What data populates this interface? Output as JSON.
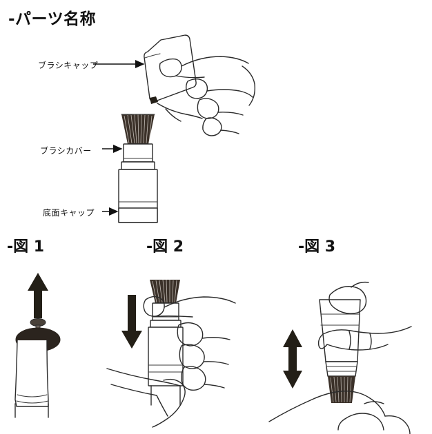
{
  "document": {
    "title": "-パーツ名称",
    "language": "ja",
    "background_color": "#ffffff",
    "ink_color": "#231f17"
  },
  "parts_diagram": {
    "heading": "-パーツ名称",
    "callouts": [
      {
        "id": "brush-cap",
        "label": "ブラシキャップ",
        "arrow": "right-arrow"
      },
      {
        "id": "brush-cover",
        "label": "ブラシカバー",
        "arrow": "right-arrow"
      },
      {
        "id": "bottom-cap",
        "label": "底面キャップ",
        "arrow": "right-arrow"
      }
    ],
    "illustration": {
      "name": "hand-holding-brush-cap-and-brush-body",
      "elements": [
        "brush-cap",
        "hand",
        "brush-bristles",
        "brush-cover",
        "barrel",
        "bottom-cap"
      ]
    }
  },
  "figures": [
    {
      "caption": "-図 1",
      "illustration": "bottom-cap-pull-up",
      "arrow": "arrow-up",
      "elements": [
        "barrel",
        "dark-bottom-cap",
        "cap-knob"
      ]
    },
    {
      "caption": "-図 2",
      "illustration": "hand-pressing-brush-down",
      "arrow": "arrow-down",
      "elements": [
        "brush-bristles",
        "brush-cover",
        "barrel",
        "hand"
      ]
    },
    {
      "caption": "-図 3",
      "illustration": "brush-inverted-stroke-updown",
      "arrow": "arrow-up-down",
      "elements": [
        "barrel",
        "brush-cover",
        "brush-bristles",
        "hand"
      ]
    }
  ]
}
